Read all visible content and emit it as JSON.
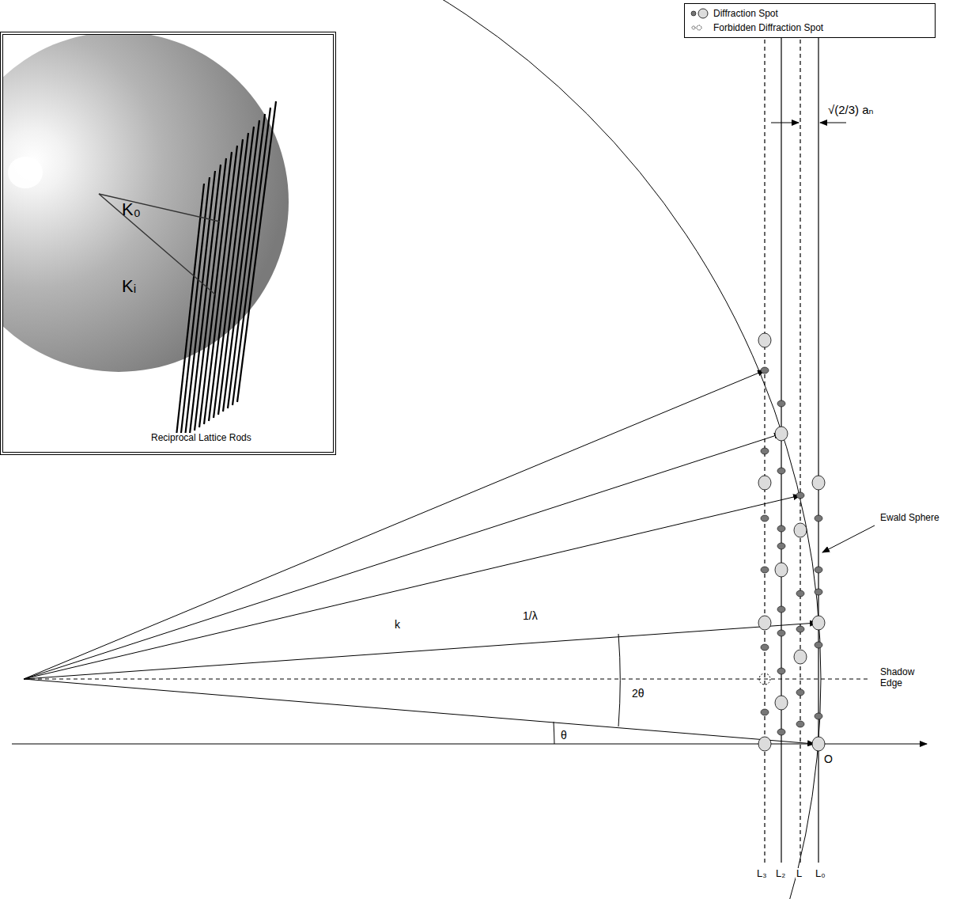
{
  "diagram": {
    "nodes": [
      {
        "text": [
          "K₀",
          "Kᵢ",
          "Reciprocal Lattice Rods"
        ]
      }
    ],
    "labels": [
      "√(2/3) aₙ",
      "Ewald Sphere",
      "Shadow Edge",
      "k",
      "1/λ",
      "2θ",
      "θ",
      "O",
      "L₃",
      "L₂",
      "L",
      "L₀"
    ],
    "legend": [
      {
        "text": "Diffraction Spot"
      },
      {
        "text": "Forbidden Diffraction Spot"
      }
    ]
  }
}
